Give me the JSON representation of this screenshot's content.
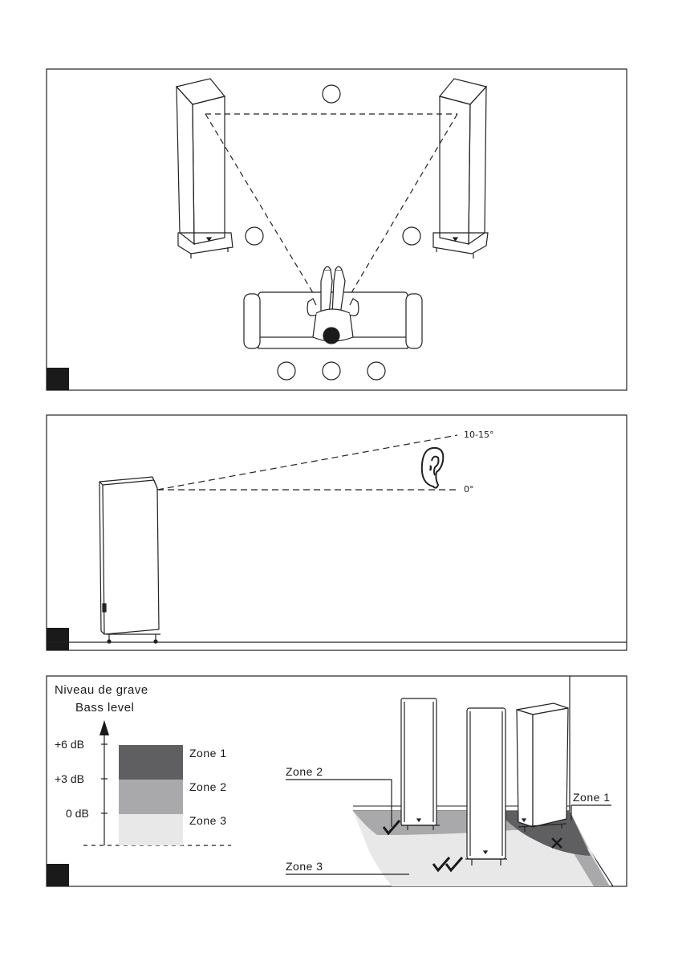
{
  "panel2": {
    "angle_up": "10-15°",
    "angle_zero": "0°"
  },
  "panel3": {
    "title_fr": "Niveau de grave",
    "title_en": "Bass level",
    "db_levels": [
      "+6 dB",
      "+3 dB",
      "0 dB"
    ],
    "zones": [
      "Zone 1",
      "Zone 2",
      "Zone 3"
    ],
    "zone_colors": [
      "#5f5f61",
      "#a9a9ab",
      "#e8e8e8"
    ],
    "room_labels": {
      "zone1": "Zone 1",
      "zone2": "Zone 2",
      "zone3": "Zone 3"
    }
  }
}
